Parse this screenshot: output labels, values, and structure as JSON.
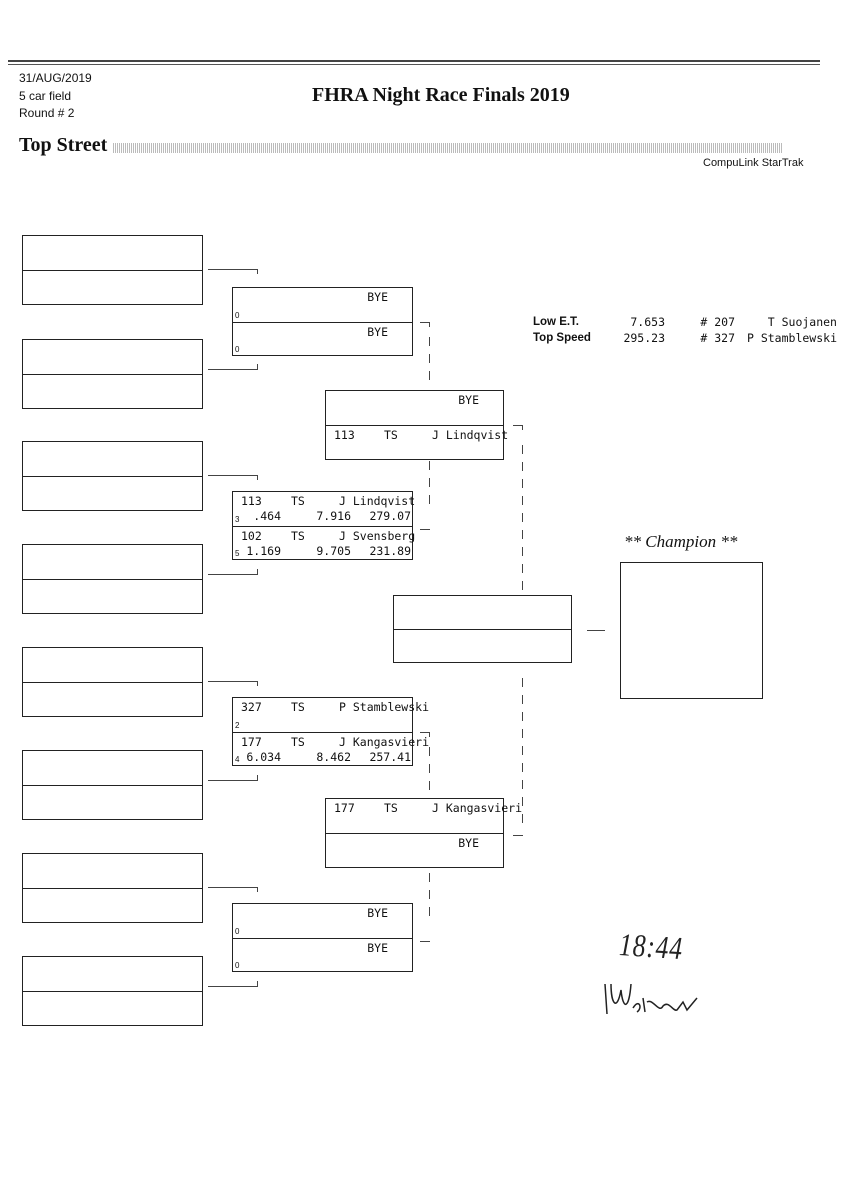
{
  "header": {
    "date": "31/AUG/2019",
    "field": "5 car field",
    "round": "Round # 2",
    "title": "FHRA Night Race Finals 2019",
    "class": "Top Street",
    "software": "CompuLink StarTrak"
  },
  "records": [
    {
      "label": "Low E.T.",
      "value": "7.653",
      "car": "# 207",
      "driver": "T Suojanen"
    },
    {
      "label": "Top Speed",
      "value": "295.23",
      "car": "# 327",
      "driver": "P Stamblewski"
    }
  ],
  "round2": [
    {
      "top": {
        "line1": "BYE",
        "seed": "0",
        "line2": ""
      },
      "bottom": {
        "line1": "BYE",
        "seed": "0",
        "line2": ""
      }
    },
    {
      "top": {
        "car": "113",
        "cls": "TS",
        "driver": "J Lindqvist",
        "seed": "3",
        "rt": ".464",
        "et": "7.916",
        "mph": "279.07"
      },
      "bottom": {
        "car": "102",
        "cls": "TS",
        "driver": "J Svensberg",
        "seed": "5",
        "rt": "1.169",
        "et": "9.705",
        "mph": "231.89"
      }
    },
    {
      "top": {
        "car": "327",
        "cls": "TS",
        "driver": "P Stamblewski",
        "seed": "2",
        "rt": "",
        "et": "",
        "mph": ""
      },
      "bottom": {
        "car": "177",
        "cls": "TS",
        "driver": "J Kangasvieri",
        "seed": "4",
        "rt": "6.034",
        "et": "8.462",
        "mph": "257.41"
      }
    },
    {
      "top": {
        "line1": "BYE",
        "seed": "0",
        "line2": ""
      },
      "bottom": {
        "line1": "BYE",
        "seed": "0",
        "line2": ""
      }
    }
  ],
  "round3": [
    {
      "top": {
        "line1": "BYE"
      },
      "bottom": {
        "car": "113",
        "cls": "TS",
        "driver": "J Lindqvist"
      }
    },
    {
      "top": {
        "car": "177",
        "cls": "TS",
        "driver": "J Kangasvieri"
      },
      "bottom": {
        "line1": "BYE"
      }
    }
  ],
  "champion_label": "** Champion **",
  "handwritten": {
    "time": "18:44",
    "signature": "signature"
  }
}
